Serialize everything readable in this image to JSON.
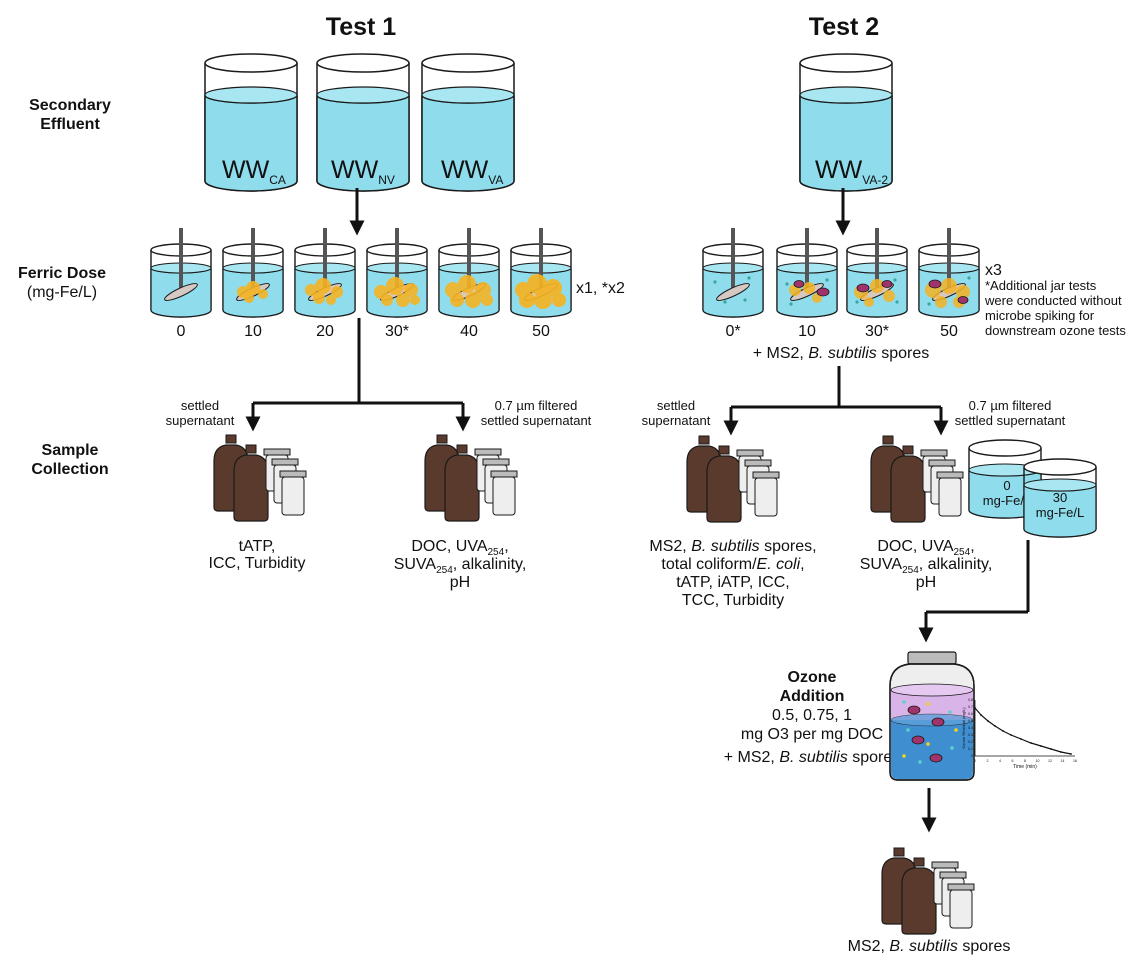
{
  "titles": {
    "test1": "Test 1",
    "test2": "Test 2"
  },
  "row_labels": {
    "secondary_line1": "Secondary",
    "secondary_line2": "Effluent",
    "ferric_line1": "Ferric Dose",
    "ferric_line2": "(mg-Fe/L)",
    "sample_line1": "Sample",
    "sample_line2": "Collection"
  },
  "effluents": {
    "ww_main": "WW",
    "test1": [
      "CA",
      "NV",
      "VA"
    ],
    "test2": [
      "VA-2"
    ]
  },
  "test1": {
    "doses": [
      "0",
      "10",
      "20",
      "30*",
      "40",
      "50"
    ],
    "replicates": "x1, *x2",
    "settled_label_1": "settled",
    "settled_label_2": "supernatant",
    "filtered_label_1": "0.7 µm filtered",
    "filtered_label_2": "settled supernatant",
    "settled_analytes_1": "tATP,",
    "settled_analytes_2": "ICC, Turbidity",
    "filtered_analytes_1a": "DOC, UVA",
    "filtered_analytes_1b": "254",
    "filtered_analytes_1c": ",",
    "filtered_analytes_2a": "SUVA",
    "filtered_analytes_2b": "254",
    "filtered_analytes_2c": ", alkalinity,",
    "filtered_analytes_3": "pH"
  },
  "test2": {
    "doses": [
      "0*",
      "10",
      "30*",
      "50"
    ],
    "replicates": "x3",
    "note_1": "*Additional jar tests",
    "note_2": "were conducted without",
    "note_3": "microbe spiking for",
    "note_4": "downstream ozone tests",
    "spike_1": "+ MS2, ",
    "spike_2": "B. subtilis",
    "spike_3": " spores",
    "settled_label_1": "settled",
    "settled_label_2": "supernatant",
    "filtered_label_1": "0.7 µm filtered",
    "filtered_label_2": "settled supernatant",
    "settled_analytes_1a": "MS2, ",
    "settled_analytes_1b": "B. subtilis",
    "settled_analytes_1c": " spores,",
    "settled_analytes_2a": "total coliform/",
    "settled_analytes_2b": "E. coli",
    "settled_analytes_2c": ",",
    "settled_analytes_3": "tATP, iATP, ICC,",
    "settled_analytes_4": "TCC, Turbidity",
    "filtered_analytes_1a": "DOC, UVA",
    "filtered_analytes_1b": "254",
    "filtered_analytes_1c": ",",
    "filtered_analytes_2a": "SUVA",
    "filtered_analytes_2b": "254",
    "filtered_analytes_2c": ", alkalinity,",
    "filtered_analytes_3": "pH",
    "beaker_0_line1": "0",
    "beaker_0_line2": "mg-Fe/L",
    "beaker_30_line1": "30",
    "beaker_30_line2": "mg-Fe/L"
  },
  "ozone": {
    "title_1": "Ozone",
    "title_2": "Addition",
    "dose_1": "0.5, 0.75, 1",
    "dose_2": "mg O3 per mg DOC",
    "spike_1": "+ MS2, ",
    "spike_2": "B. subtilis",
    "spike_3": " spores",
    "final_1": "MS2, ",
    "final_2": "B. subtilis",
    "final_3": " spores",
    "inset_ylabel": "Ozone Residual (mg/L)",
    "inset_xlabel": "Time (min)",
    "inset_xticks": [
      "0",
      "2",
      "4",
      "6",
      "8",
      "10",
      "12",
      "14",
      "16"
    ],
    "inset_yticks": [
      "0",
      "0.1",
      "0.2",
      "0.3",
      "0.4",
      "0.5",
      "0.6",
      "0.7",
      "0.8"
    ]
  },
  "colors": {
    "water": "#8fdcec",
    "water_stroke": "#1a1a1a",
    "floc": "#f5b323",
    "bottle": "#5a3a2c",
    "jar": "#e8e8e8",
    "ozone_top": "#d9b4e8",
    "ozone_bottom": "#3f8fd0",
    "microbe": "#a0336b",
    "dot_cyan": "#5fd0c8",
    "dot_yellow": "#f5d020"
  }
}
